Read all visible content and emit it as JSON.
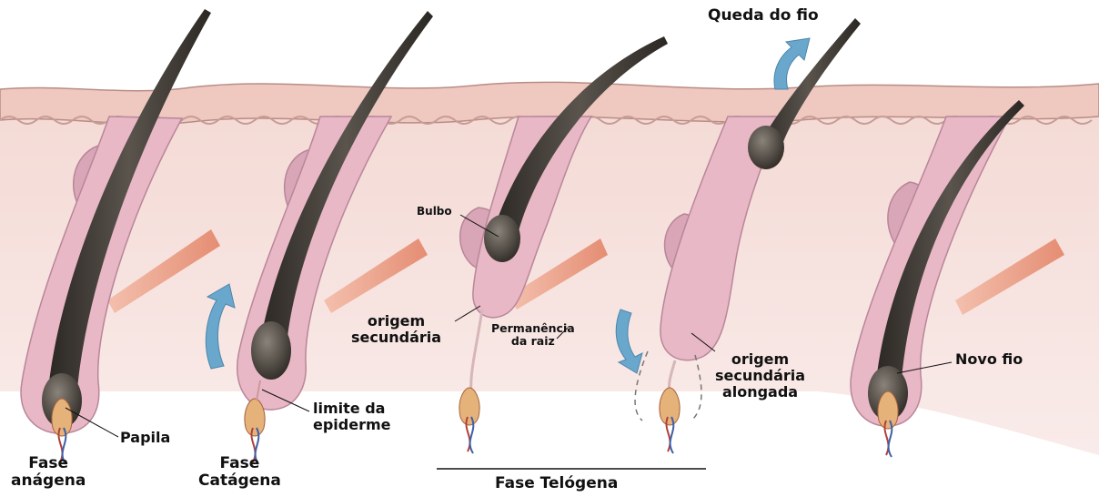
{
  "labels": {
    "queda_do_fio": "Queda do fio",
    "bulbo": "Bulbo",
    "origem_secundaria": [
      "origem",
      "secundária"
    ],
    "permanencia_da_raiz": [
      "Permanência",
      "da raiz"
    ],
    "origem_secundaria_alongada": [
      "origem",
      "secundária",
      "alongada"
    ],
    "novo_fio": "Novo fio",
    "papila": "Papila",
    "limite_da_epiderme": [
      "limite da",
      "epiderme"
    ]
  },
  "phases": {
    "anagena": [
      "Fase",
      "anágena"
    ],
    "catagena": [
      "Fase",
      "Catágena"
    ],
    "telogena": "Fase Telógena"
  },
  "colors": {
    "background": "#ffffff",
    "skin_surface": "#efc9c0",
    "dermis": "#f4d9d6",
    "follicle_sheath": "#e8b8c6",
    "hair_shaft": "#3a3530",
    "sebaceous_gland": "#d9a6b8",
    "muscle": "#e9a08a",
    "arrow": "#6aa7cc",
    "text": "#111111"
  }
}
